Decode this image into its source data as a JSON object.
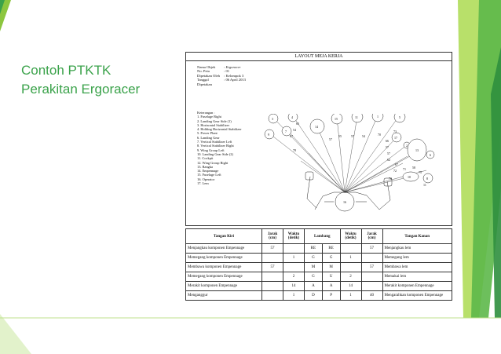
{
  "slide": {
    "title_line1": "Contoh PTKTK",
    "title_line2": "Perakitan Ergoracer",
    "accent_color": "#3aa24a"
  },
  "layout": {
    "heading": "LAYOUT MEJA KERJA",
    "info": [
      {
        "key": "Nama Objek",
        "value": "Ergoracer"
      },
      {
        "key": "No. Peta",
        "value": "01"
      },
      {
        "key": "Dipetakan Oleh",
        "value": "Kelompok 3"
      },
      {
        "key": "Tanggal Dipetakan",
        "value": "06 April 2013"
      }
    ],
    "legend_title": "Keterangan :",
    "legend": [
      "1. Fuselage Right",
      "2. Landing  Gear Side (1)",
      "3. Horizontal Stabilizer",
      "4. Holding Horizontal Stabilizer",
      "5. Power Plant",
      "6. Landing Gear",
      "7. Vertical Stabilizer Left",
      "8. Vertical Stabilizer Right",
      "9. Wing Group Left",
      "10. Landing Gear Side (2)",
      "11. Cockpit",
      "12. Wing Group Right",
      "13. Rangka",
      "14. Empennage",
      "15. Fuselage Left",
      "16. Operator",
      "17. Lem"
    ],
    "diagram_labels": [
      "3",
      "4",
      "2",
      "9",
      "7",
      "14",
      "15",
      "11",
      "1",
      "5",
      "17",
      "13",
      "6",
      "12",
      "10",
      "8",
      "16",
      "65",
      "54",
      "57",
      "67",
      "78",
      "57",
      "55",
      "54",
      "70",
      "73",
      "66",
      "57",
      "57",
      "62",
      "67",
      "72",
      "70",
      "11",
      "75",
      "71",
      "58"
    ]
  },
  "table": {
    "headers": [
      "Tangan Kiri",
      "Jarak (cm)",
      "Waktu (detik)",
      "Lambang",
      "",
      "Waktu (detik)",
      "Jarak (cm)",
      "Tangan Kanan"
    ],
    "rows": [
      [
        "Menjangkau komponen Empennage",
        "57",
        "",
        "RE",
        "RE",
        "",
        "57",
        "Menjangkau lem"
      ],
      [
        "Memegang komponen Empennage",
        "",
        "1",
        "G",
        "G",
        "1",
        "",
        "Memegang lem"
      ],
      [
        "Membawa komponen Empennage",
        "57",
        "",
        "M",
        "M",
        "",
        "57",
        "Membawa lem"
      ],
      [
        "Memegang komponen Empennage",
        "",
        "2",
        "G",
        "U",
        "2",
        "",
        "Memakai lem"
      ],
      [
        "Merakit komponen Empennage",
        "",
        "14",
        "A",
        "A",
        "14",
        "",
        "Merakit komponen Empennage"
      ],
      [
        "Menganggur",
        "",
        "1",
        "D",
        "P",
        "1",
        "40",
        "Mengarahkan komponen Empennage"
      ]
    ]
  }
}
